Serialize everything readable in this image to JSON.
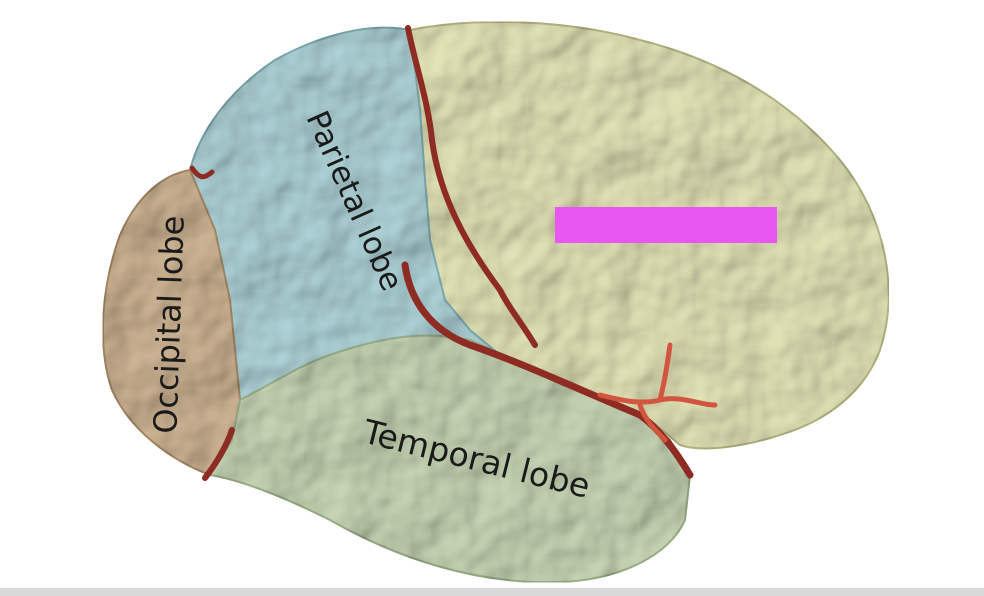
{
  "labels": {
    "occipital": "Occipital lobe",
    "parietal": "Parietal lobe",
    "temporal": "Temporal lobe"
  },
  "colors": {
    "frontal": "#e4e5b8",
    "parietal": "#afd4d9",
    "occipital": "#cfb594",
    "temporal": "#c8d7b6",
    "sulcus": "#8e2b22",
    "vessel": "#d2553f",
    "label_box": "#e957f3"
  }
}
